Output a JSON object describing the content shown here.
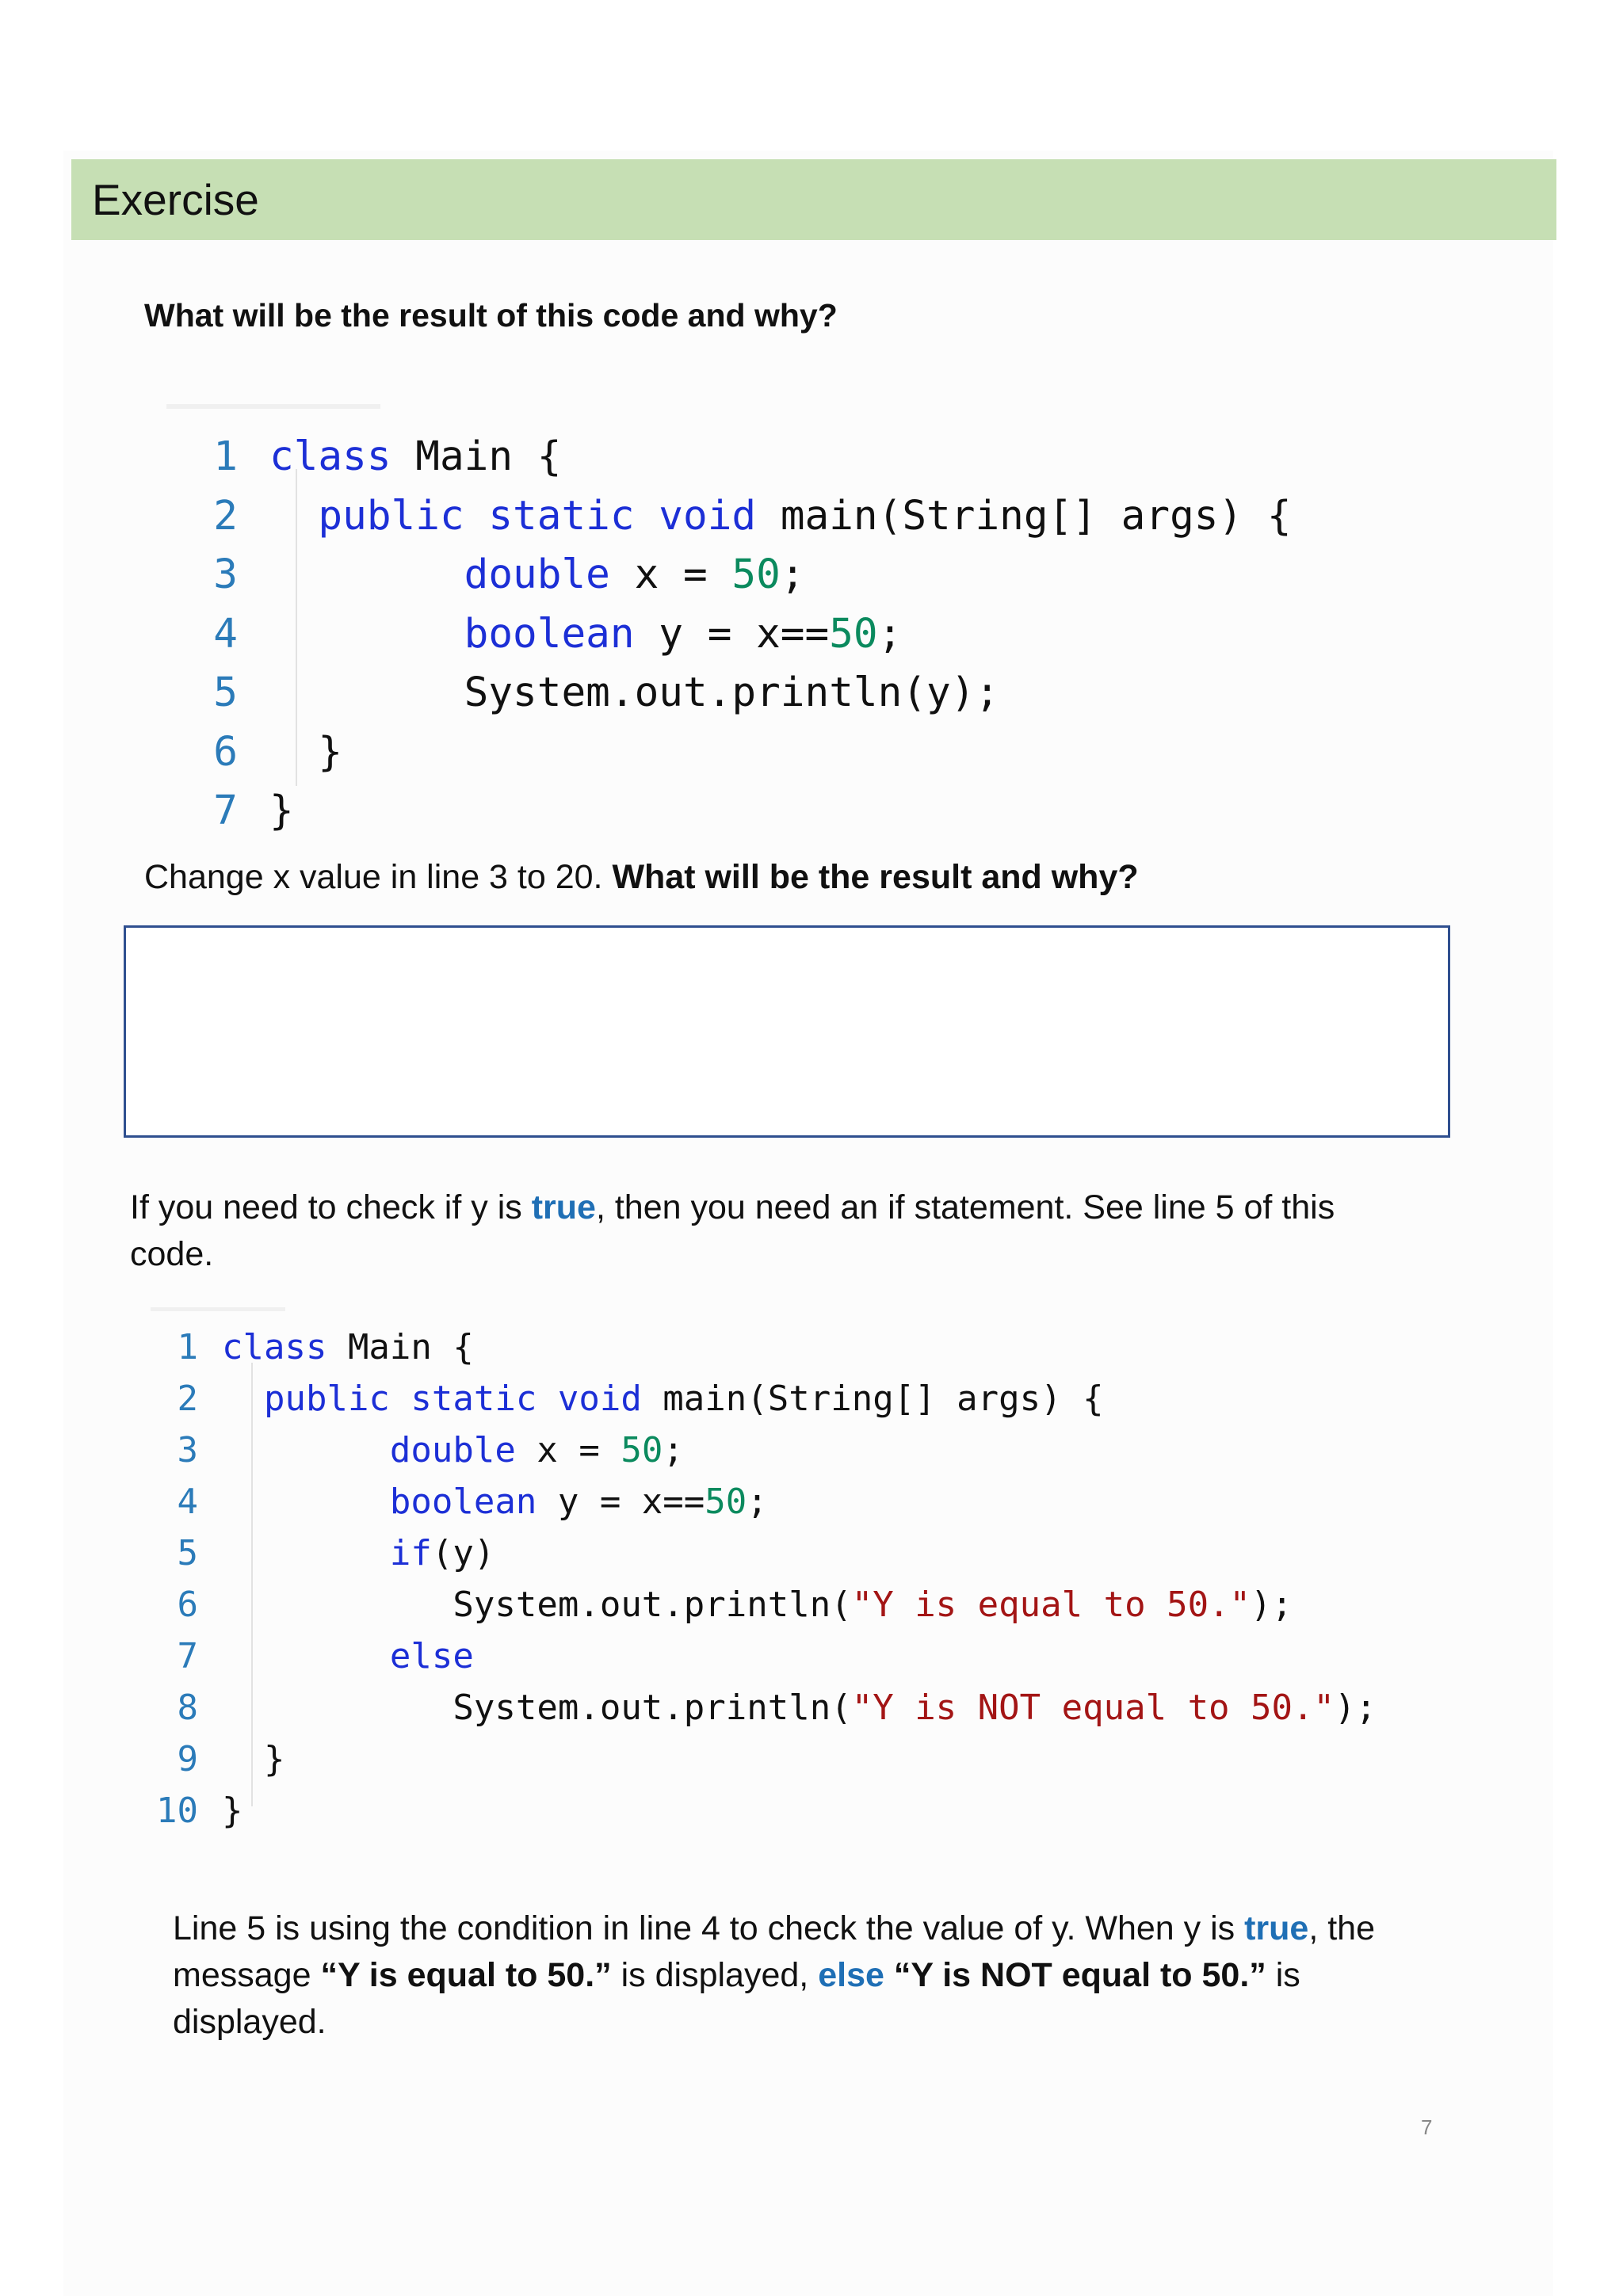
{
  "header": {
    "title": "Exercise"
  },
  "question1": "What will be the result of this code and why?",
  "code1": {
    "lines": [
      {
        "n": "1",
        "parts": [
          [
            "kw",
            "class"
          ],
          [
            "plain",
            " Main {"
          ]
        ]
      },
      {
        "n": "2",
        "parts": [
          [
            "plain",
            "  "
          ],
          [
            "kw",
            "public static void"
          ],
          [
            "plain",
            " main(String[] args) {"
          ]
        ]
      },
      {
        "n": "3",
        "parts": [
          [
            "plain",
            "        "
          ],
          [
            "kw",
            "double"
          ],
          [
            "plain",
            " x = "
          ],
          [
            "num",
            "50"
          ],
          [
            "plain",
            ";"
          ]
        ]
      },
      {
        "n": "4",
        "parts": [
          [
            "plain",
            "        "
          ],
          [
            "kw",
            "boolean"
          ],
          [
            "plain",
            " y = x=="
          ],
          [
            "num",
            "50"
          ],
          [
            "plain",
            ";"
          ]
        ]
      },
      {
        "n": "5",
        "parts": [
          [
            "plain",
            "        System.out.println(y);"
          ]
        ]
      },
      {
        "n": "6",
        "parts": [
          [
            "plain",
            "  }"
          ]
        ]
      },
      {
        "n": "7",
        "parts": [
          [
            "plain",
            "}"
          ]
        ]
      }
    ]
  },
  "change": {
    "text": "Change x value in line 3 to 20.  ",
    "question": "What will be the result and why?"
  },
  "para1": {
    "a": "If you need to check if y is ",
    "b": "true",
    "c": ", then you need an if statement.   See line 5 of this code."
  },
  "code2": {
    "lines": [
      {
        "n": "1",
        "parts": [
          [
            "kw",
            "class"
          ],
          [
            "plain",
            " Main {"
          ]
        ]
      },
      {
        "n": "2",
        "parts": [
          [
            "plain",
            "  "
          ],
          [
            "kw",
            "public static void"
          ],
          [
            "plain",
            " main(String[] args) {"
          ]
        ]
      },
      {
        "n": "3",
        "parts": [
          [
            "plain",
            "        "
          ],
          [
            "kw",
            "double"
          ],
          [
            "plain",
            " x = "
          ],
          [
            "num",
            "50"
          ],
          [
            "plain",
            ";"
          ]
        ]
      },
      {
        "n": "4",
        "parts": [
          [
            "plain",
            "        "
          ],
          [
            "kw",
            "boolean"
          ],
          [
            "plain",
            " y = x=="
          ],
          [
            "num",
            "50"
          ],
          [
            "plain",
            ";"
          ]
        ]
      },
      {
        "n": "5",
        "parts": [
          [
            "plain",
            "        "
          ],
          [
            "kw",
            "if"
          ],
          [
            "plain",
            "(y)"
          ]
        ]
      },
      {
        "n": "6",
        "parts": [
          [
            "plain",
            "           System.out.println("
          ],
          [
            "str",
            "\"Y is equal to 50.\""
          ],
          [
            "plain",
            ");"
          ]
        ]
      },
      {
        "n": "7",
        "parts": [
          [
            "plain",
            "        "
          ],
          [
            "kw",
            "else"
          ]
        ]
      },
      {
        "n": "8",
        "parts": [
          [
            "plain",
            "           System.out.println("
          ],
          [
            "str",
            "\"Y is NOT equal to 50.\""
          ],
          [
            "plain",
            ");"
          ]
        ]
      },
      {
        "n": "9",
        "parts": [
          [
            "plain",
            "  }"
          ]
        ]
      },
      {
        "n": "10",
        "parts": [
          [
            "plain",
            "}"
          ]
        ]
      }
    ]
  },
  "para2": {
    "a": "Line 5 is using the condition in line 4 to check the value of y.   When y is ",
    "b": "true",
    "c": ", the message ",
    "d": "“Y is equal to 50.”",
    "e": " is displayed, ",
    "f": "else",
    "g": " ",
    "h": "“Y is NOT equal to 50.”",
    "i": " is displayed."
  },
  "page_number": "7"
}
